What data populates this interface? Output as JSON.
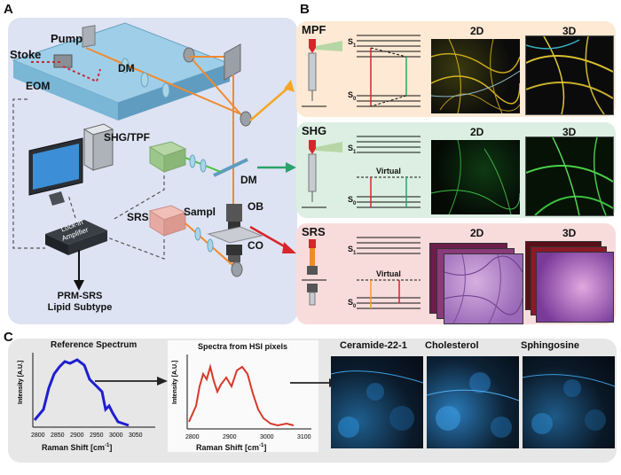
{
  "panel_labels": {
    "a": "A",
    "b": "B",
    "c": "C"
  },
  "panel_a": {
    "stoke": "Stoke",
    "pump": "Pump",
    "dm_top": "DM",
    "eom": "EOM",
    "shg_tpf": "SHG/TPF",
    "dm_right": "DM",
    "srs": "SRS",
    "sample": "Sampl",
    "ob": "OB",
    "co": "CO",
    "lockin_line1": "Lock-in",
    "lockin_line2": "Amplifier",
    "output_line1": "PRM-SRS",
    "output_line2": "Lipid Subtype"
  },
  "panel_b": {
    "rows": [
      {
        "title": "MPF",
        "img2d": "2D",
        "img3d": "3D",
        "level_top": "S",
        "level_top_sub": "1",
        "level_bottom": "S",
        "level_bottom_sub": "0",
        "virtual": ""
      },
      {
        "title": "SHG",
        "img2d": "2D",
        "img3d": "3D",
        "level_top": "S",
        "level_top_sub": "1",
        "level_bottom": "S",
        "level_bottom_sub": "0",
        "virtual": "Virtual"
      },
      {
        "title": "SRS",
        "img2d": "2D",
        "img3d": "3D",
        "level_top": "S",
        "level_top_sub": "1",
        "level_bottom": "S",
        "level_bottom_sub": "0",
        "virtual": "Virtual"
      }
    ]
  },
  "panel_c": {
    "ref_spectrum": {
      "title": "Reference Spectrum",
      "ylabel": "Intensity [A.U.]",
      "xlabel": "Raman Shift [cm",
      "xlabel_sup": "-1",
      "xlabel_end": "]",
      "ticks": [
        "2800",
        "2850",
        "2900",
        "2950",
        "3000",
        "3050"
      ],
      "color": "#1e1ed0"
    },
    "hsi_spectrum": {
      "title": "Spectra from HSI pixels",
      "ylabel": "Intensity [A.U.]",
      "xlabel": "Raman Shift [cm",
      "xlabel_sup": "-1",
      "xlabel_end": "]",
      "ticks": [
        "2800",
        "2900",
        "3000",
        "3100"
      ],
      "color": "#d8382a"
    },
    "images": [
      {
        "label": "Ceramide-22-1"
      },
      {
        "label": "Cholesterol"
      },
      {
        "label": "Sphingosine"
      }
    ]
  },
  "colors": {
    "panel_a_bg": "#dde3f3",
    "mpf_bg": "#fde9d4",
    "shg_bg": "#dcefe2",
    "srs_bg": "#f8dcdc",
    "panel_c_bg": "#e7e7e7",
    "arrow_orange": "#f6a623",
    "arrow_green": "#2aa36a",
    "arrow_red": "#d9252a"
  }
}
